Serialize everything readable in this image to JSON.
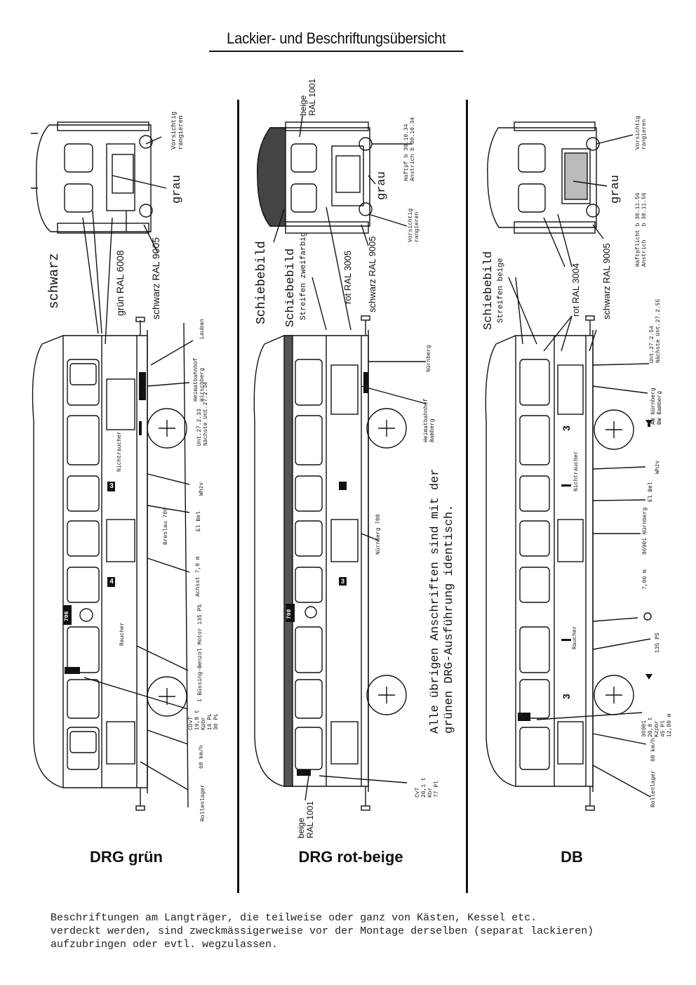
{
  "title": "Lackier- und Beschriftungsübersicht",
  "panels": {
    "green": {
      "caption": "DRG grün",
      "labels": {
        "vorsichtig": "Vorsichtig\nrangieren",
        "grau": "grau",
        "schwarz": "schwarz",
        "gruen_ral": "grün RAL 6008",
        "schwarz_ral": "schwarz RAL 9005",
        "lauban": "Lauban",
        "heimat": "Heimatbahnhof\nHirschberg",
        "unt": "Unt.27.2.33\nNächste Unt.27.2.34",
        "nichtraucher": "Nichtraucher",
        "whzv": "Whzv",
        "elbel": "El Bel",
        "breslau": "Breslau 706",
        "achsst": "Achsst 7,0 m",
        "motor": "1 Büssing-Benzol Motor 135 PS",
        "raucher": "Raucher",
        "cdvt": "CDvT\n19,8 t\nKpbr\n16 PL\n30 PL",
        "speed": "60 km/h",
        "rollenlager": "Rollenlager",
        "num3": "3",
        "num4": "4",
        "plate": "706"
      }
    },
    "redbeige": {
      "caption": "DRG rot-beige",
      "labels": {
        "beige_top": "beige\nRAL 1001",
        "haftpf": "Haftpf b 30.10.34\nAnstrich b 30.10.34",
        "grau": "grau",
        "vorsichtig": "Vorsichtig\nrangieren",
        "schiebebild": "Schiebebild",
        "schiebebild2": "Schiebebild",
        "streifen": "Streifen zweifarbig",
        "rot_ral": "rot RAL 3005",
        "schwarz_ral": "schwarz RAL 9005",
        "nuernberg": "Nürnberg",
        "heimat": "Heimatbahnhof\nBamberg",
        "nuernberg708": "Nürnberg 708",
        "note": "Alle übrigen Anschriften sind mit der\ngrünen DRG-Ausführung identisch.",
        "cvt": "CvT\n20,1 t\nKbr\n77 Pl",
        "beige_bottom": "beige\nRAL 1001",
        "num3": "3",
        "plate": "708"
      }
    },
    "db": {
      "caption": "DB",
      "labels": {
        "vorsichtig": "Vorsichtig\nrangieren",
        "grau": "grau",
        "haftpflicht": "Haftpflicht b 30.11.56\nAnstrich    b 30.11.56",
        "schiebebild": "Schiebebild",
        "streifen": "Streifen beige",
        "rot_ral": "rot RAL 3004",
        "schwarz_ral": "schwarz RAL 9005",
        "unt": "Unt.27.2.54\nNächste Unt.27.2.55",
        "aw": "AW Nürnberg\nBW Bamberg",
        "nichtraucher": "Nichtraucher",
        "whzv": "Whzv",
        "elbel": "El Bel",
        "nuernberg": "86901 Nürnberg",
        "achsst": "7,00 m",
        "ps": "135 PS",
        "raucher": "Raucher",
        "data": "36901\n20,8 t\nKzpbr\n45 Pl\n12,80 m",
        "speed": "60 km/h",
        "rollenlager": "Rollenlager",
        "num3a": "3",
        "num3b": "3"
      }
    }
  },
  "footer": "Beschriftungen am Langträger, die teilweise oder ganz von Kästen, Kessel etc.\nverdeckt werden, sind zweckmässigerweise vor der Montage derselben (separat lackieren)\naufzubringen oder evtl. wegzulassen."
}
